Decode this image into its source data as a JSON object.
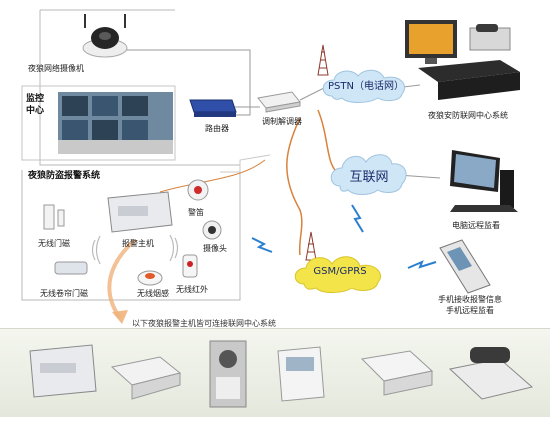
{
  "nodes": {
    "camera": "夜狼网络摄像机",
    "monitor_center": "监控\n中心",
    "router": "路由器",
    "modem": "调制解调器",
    "alarm_system": "夜狼防盗报警系统",
    "door_sensor": "无线门磁",
    "rolling_door_sensor": "无线卷帘门磁",
    "alarm_host": "报警主机",
    "siren": "警笛",
    "camera_small": "摄像头",
    "smoke_detector": "无线烟感",
    "pir_sensor": "无线红外",
    "pstn": "PSTN（电话网）",
    "internet": "互联网",
    "gsm": "GSM/GPRS",
    "security_center": "夜狼安防联网中心系统",
    "pc_monitor": "电脑远程监看",
    "phone_alarm_1": "手机接收报警信息",
    "phone_alarm_2": "手机远程监看",
    "bottom_note": "以下夜狼报警主机皆可连接联网中心系统"
  },
  "colors": {
    "cloud_blue": "#cfe6f7",
    "cloud_yellow": "#f3e44a",
    "wire_orange": "#d9823b",
    "wire_gray": "#9a9a9a",
    "bolt_blue": "#2b7fd0"
  }
}
